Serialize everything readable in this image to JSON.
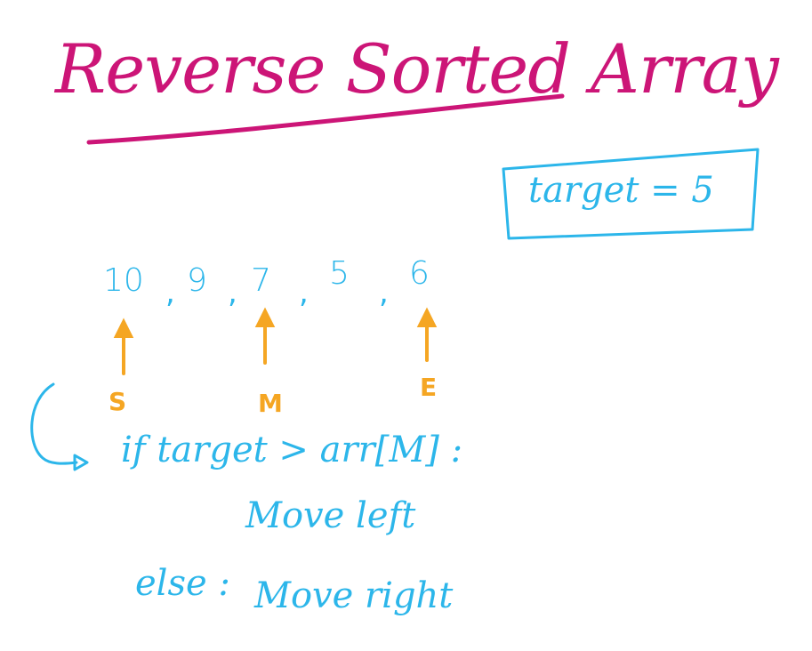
{
  "colors": {
    "title": "#cc1577",
    "blue": "#2cb6ea",
    "orange": "#f5a623"
  },
  "title": "Reverse Sorted Array",
  "target_box": {
    "text": "target = 5"
  },
  "array": {
    "values": [
      "10",
      "9",
      "7",
      "5",
      "6"
    ],
    "separator": ","
  },
  "pointers": {
    "start": "S",
    "mid": "M",
    "end": "E"
  },
  "rules": {
    "condition": "if target > arr[M] :",
    "then_action": "Move left",
    "else_keyword": "else :",
    "else_action": "Move right"
  }
}
